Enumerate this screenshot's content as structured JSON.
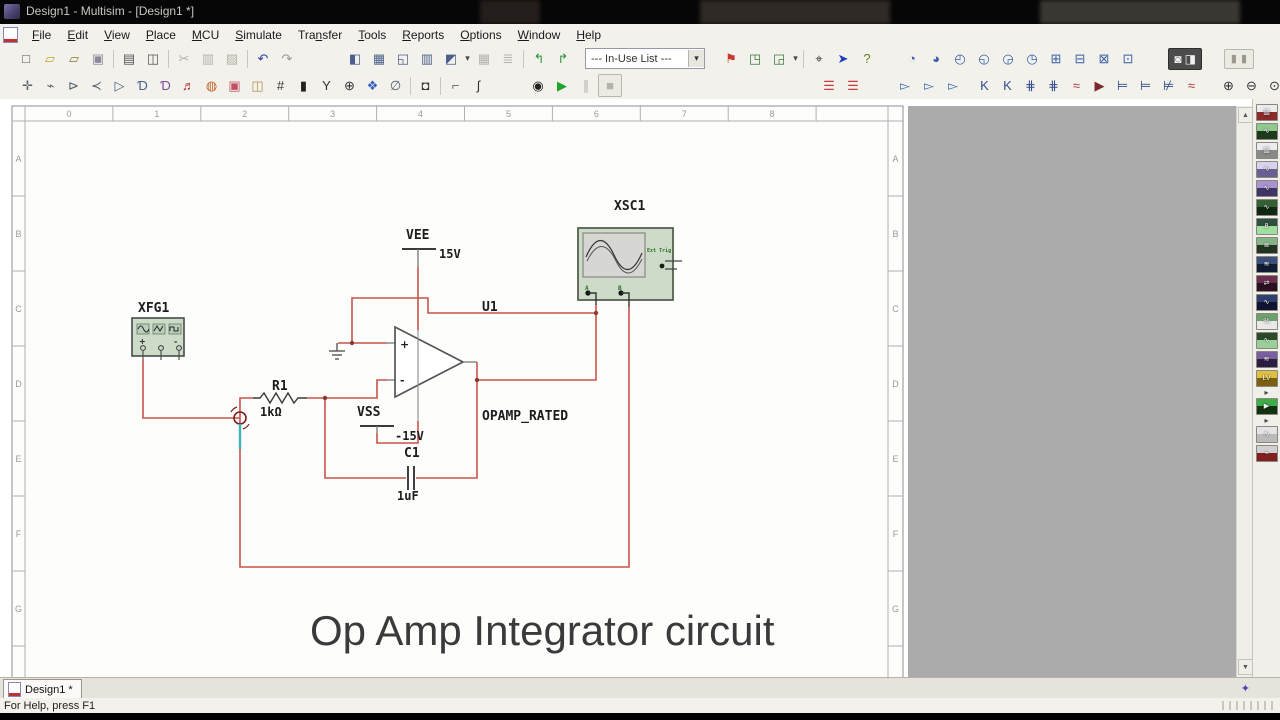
{
  "titlebar": {
    "title": "Design1 - Multisim - [Design1 *]"
  },
  "menubar": {
    "items": [
      {
        "label": "File",
        "u": 0
      },
      {
        "label": "Edit",
        "u": 0
      },
      {
        "label": "View",
        "u": 0
      },
      {
        "label": "Place",
        "u": 0
      },
      {
        "label": "MCU",
        "u": 0
      },
      {
        "label": "Simulate",
        "u": 0
      },
      {
        "label": "Transfer",
        "u": 3
      },
      {
        "label": "Tools",
        "u": 0
      },
      {
        "label": "Reports",
        "u": 0
      },
      {
        "label": "Options",
        "u": 0
      },
      {
        "label": "Window",
        "u": 0
      },
      {
        "label": "Help",
        "u": 0
      }
    ]
  },
  "toolbar1": {
    "in_use_list": "--- In-Use List ---",
    "left": [
      {
        "name": "new-button",
        "glyph": "□",
        "color": "#555"
      },
      {
        "name": "open-button",
        "glyph": "▱",
        "color": "#c9a227"
      },
      {
        "name": "open-sample-button",
        "glyph": "▱",
        "color": "#8a772a"
      },
      {
        "name": "save-button",
        "glyph": "▣",
        "color": "#8a8a9a"
      },
      {
        "sep": true
      },
      {
        "name": "print-button",
        "glyph": "▤",
        "color": "#555"
      },
      {
        "name": "print-preview-button",
        "glyph": "◫",
        "color": "#555"
      },
      {
        "sep": true
      },
      {
        "name": "cut-button",
        "glyph": "✂",
        "color": "#999",
        "disabled": true
      },
      {
        "name": "copy-button",
        "glyph": "▥",
        "color": "#999",
        "disabled": true
      },
      {
        "name": "paste-button",
        "glyph": "▨",
        "color": "#999",
        "disabled": true
      },
      {
        "sep": true
      },
      {
        "name": "undo-button",
        "glyph": "↶",
        "color": "#2a3f9e"
      },
      {
        "name": "redo-button",
        "glyph": "↷",
        "color": "#9a978c"
      }
    ],
    "view": [
      {
        "name": "design-toolbox-button",
        "glyph": "◧",
        "color": "#4a5f8a"
      },
      {
        "name": "spreadsheet-view-button",
        "glyph": "▦",
        "color": "#4a5f8a"
      },
      {
        "name": "spice-netlist-button",
        "glyph": "◱",
        "color": "#4a5f8a"
      },
      {
        "name": "ladder-diagram-button",
        "glyph": "▥",
        "color": "#4a5f8a"
      },
      {
        "name": "grapher-button",
        "glyph": "◩",
        "color": "#4a5f8a"
      },
      {
        "caret": true
      },
      {
        "name": "parts-editor-button",
        "glyph": "▦",
        "color": "#b5b2a8",
        "disabled": true
      },
      {
        "name": "variant-button",
        "glyph": "≣",
        "color": "#b5b2a8",
        "disabled": true
      },
      {
        "sep": true
      },
      {
        "name": "back-annotate-button",
        "glyph": "↰",
        "color": "#2f8f3a"
      },
      {
        "name": "forward-annotate-button",
        "glyph": "↱",
        "color": "#2f8f3a"
      }
    ],
    "erc": [
      {
        "name": "erc-check-button",
        "glyph": "⚑",
        "color": "#c23b2e"
      },
      {
        "name": "transfer-to-ultiboard-button",
        "glyph": "◳",
        "color": "#3a7a3a"
      },
      {
        "name": "backannotate-from-ultiboard-button",
        "glyph": "◲",
        "color": "#3a7a3a"
      },
      {
        "caret": true
      }
    ],
    "find": [
      {
        "name": "find-button",
        "glyph": "⌖",
        "color": "#333"
      },
      {
        "name": "probe-pointer-button",
        "glyph": "➤",
        "color": "#1f3fbf"
      },
      {
        "name": "help-button",
        "glyph": "?",
        "color": "#6a7f1f"
      }
    ],
    "probes": [
      {
        "name": "probe-button-1",
        "glyph": "◔",
        "color": "#3a5fa8"
      },
      {
        "name": "probe-button-2",
        "glyph": "◕",
        "color": "#3a5fa8"
      },
      {
        "name": "probe-button-3",
        "glyph": "◴",
        "color": "#3a5fa8"
      },
      {
        "name": "probe-button-4",
        "glyph": "◵",
        "color": "#3a5fa8"
      },
      {
        "name": "probe-button-5",
        "glyph": "◶",
        "color": "#3a5fa8"
      },
      {
        "name": "probe-button-6",
        "glyph": "◷",
        "color": "#3a5fa8"
      },
      {
        "name": "probe-button-7",
        "glyph": "⊞",
        "color": "#3a5fa8"
      },
      {
        "name": "probe-button-8",
        "glyph": "⊟",
        "color": "#3a5fa8"
      },
      {
        "name": "probe-button-9",
        "glyph": "⊠",
        "color": "#3a5fa8"
      },
      {
        "name": "probe-button-10",
        "glyph": "⊡",
        "color": "#3a5fa8"
      }
    ],
    "toggle_dark_glyphs": "◙ ◨",
    "toggle_light_glyphs": "▮ ▮"
  },
  "toolbar2": {
    "components": [
      {
        "name": "place-source-button",
        "glyph": "✛",
        "color": "#55606a"
      },
      {
        "name": "place-basic-button",
        "glyph": "⌁",
        "color": "#55606a"
      },
      {
        "name": "place-diode-button",
        "glyph": "⊳",
        "color": "#55606a"
      },
      {
        "name": "place-transistor-button",
        "glyph": "≺",
        "color": "#55606a"
      },
      {
        "name": "place-analog-button",
        "glyph": "▷",
        "color": "#4a5f8a"
      },
      {
        "name": "place-ttl-button",
        "glyph": "Ɗ",
        "color": "#4a5f8a"
      },
      {
        "name": "place-cmos-button",
        "glyph": "Ɗ",
        "color": "#7a4f9a"
      },
      {
        "name": "place-misc-digital-button",
        "glyph": "♬",
        "color": "#b03030"
      },
      {
        "name": "place-mixed-button",
        "glyph": "◍",
        "color": "#c06020"
      },
      {
        "name": "place-indicator-button",
        "glyph": "▣",
        "color": "#c05060"
      },
      {
        "name": "place-power-button",
        "glyph": "◫",
        "color": "#b09050"
      },
      {
        "name": "place-misc-button",
        "glyph": "#",
        "color": "#333"
      },
      {
        "name": "place-advanced-peripherals-button",
        "glyph": "▮",
        "color": "#222"
      },
      {
        "name": "place-rf-button",
        "glyph": "Y",
        "color": "#333"
      },
      {
        "name": "place-electromech-button",
        "glyph": "⊕",
        "color": "#333"
      },
      {
        "name": "place-ni-component-button",
        "glyph": "❖",
        "color": "#3a5fc0"
      },
      {
        "name": "place-connector-button",
        "glyph": "∅",
        "color": "#55606a"
      },
      {
        "sep": true
      },
      {
        "name": "hierarchical-block-button",
        "glyph": "◘",
        "color": "#333"
      },
      {
        "sep": true
      },
      {
        "name": "place-wire-button",
        "glyph": "⌐",
        "color": "#55606a"
      },
      {
        "name": "place-bus-button",
        "glyph": "ʃ",
        "color": "#333"
      }
    ],
    "simulation": [
      {
        "name": "simulation-settings-button",
        "glyph": "◉",
        "color": "#222"
      },
      {
        "name": "run-button",
        "glyph": "▶",
        "color": "#1fa32a"
      },
      {
        "name": "pause-button",
        "glyph": "∥",
        "color": "#9a978c",
        "disabled": true
      },
      {
        "name": "stop-button",
        "glyph": "■",
        "color": "#8a877c",
        "disabled": true,
        "boxed": true
      }
    ],
    "lists": [
      {
        "name": "active-list-button-1",
        "glyph": "☰",
        "color": "#c04040"
      },
      {
        "name": "active-list-button-2",
        "glyph": "☰",
        "color": "#c04040"
      }
    ],
    "arrows": [
      {
        "name": "analysis-nav-button-1",
        "glyph": "▻",
        "color": "#3a6fb0"
      },
      {
        "name": "analysis-nav-button-2",
        "glyph": "▻",
        "color": "#3a6fb0"
      },
      {
        "name": "analysis-nav-button-3",
        "glyph": "▻",
        "color": "#3a6fb0"
      }
    ],
    "steps": [
      {
        "name": "step-button-1",
        "glyph": "K",
        "color": "#334f8a"
      },
      {
        "name": "step-button-2",
        "glyph": "K",
        "color": "#334f8a"
      },
      {
        "name": "step-button-3",
        "glyph": "⋕",
        "color": "#334f8a"
      },
      {
        "name": "step-button-4",
        "glyph": "⋕",
        "color": "#334f8a"
      },
      {
        "name": "step-button-5",
        "glyph": "≈",
        "color": "#a33a3a"
      },
      {
        "name": "step-button-6",
        "glyph": "▶",
        "color": "#7a2a2a"
      },
      {
        "name": "step-button-7",
        "glyph": "⊨",
        "color": "#334f8a"
      },
      {
        "name": "step-button-8",
        "glyph": "⊨",
        "color": "#334f8a"
      },
      {
        "name": "step-button-9",
        "glyph": "⊭",
        "color": "#334f8a"
      },
      {
        "name": "step-button-10",
        "glyph": "≈",
        "color": "#a33a3a"
      }
    ],
    "zoom": [
      {
        "name": "zoom-in-button",
        "glyph": "⊕",
        "color": "#333"
      },
      {
        "name": "zoom-out-button",
        "glyph": "⊖",
        "color": "#333"
      },
      {
        "name": "zoom-area-button",
        "glyph": "⊙",
        "color": "#333"
      },
      {
        "name": "zoom-page-button",
        "glyph": "⊘",
        "color": "#333"
      },
      {
        "name": "zoom-full-button",
        "glyph": "▣",
        "color": "#2a7a2a"
      }
    ]
  },
  "sheet": {
    "columns": [
      "0",
      "1",
      "2",
      "3",
      "4",
      "5",
      "6",
      "7",
      "8"
    ],
    "rows": [
      "A",
      "B",
      "C",
      "D",
      "E",
      "F",
      "G"
    ]
  },
  "schematic": {
    "xfg1": "XFG1",
    "fg_plus": "+",
    "fg_minus": "-",
    "r1": "R1",
    "r1_value": "1kΩ",
    "vee": "VEE",
    "vee_value": "15V",
    "vss": "VSS",
    "vss_value": "-15V",
    "u1": "U1",
    "part": "OPAMP_RATED",
    "opamp_plus": "+",
    "opamp_minus": "-",
    "c1": "C1",
    "c1_value": "1uF",
    "xsc1": "XSC1",
    "ext_trig": "Ext Trig",
    "channel_a": "A",
    "channel_b": "B",
    "caption": "Op Amp Integrator circuit",
    "wire_color": "#c9544a",
    "selection_color": "#3db3b3",
    "instrument_fill": "#ccdcc8"
  },
  "instruments": [
    {
      "name": "multimeter-icon",
      "c1": "#ececec",
      "c2": "#8a2a2a",
      "g": "▥"
    },
    {
      "name": "function-generator-icon",
      "c1": "#8fc98f",
      "c2": "#1e3a1e",
      "g": "∿"
    },
    {
      "name": "wattmeter-icon",
      "c1": "#ececec",
      "c2": "#8a8a8a",
      "g": "▥"
    },
    {
      "name": "oscilloscope-icon",
      "c1": "#d8d2ec",
      "c2": "#6a5f92",
      "g": "∿"
    },
    {
      "name": "four-channel-oscilloscope-icon",
      "c1": "#a895cf",
      "c2": "#3f3566",
      "g": "∿"
    },
    {
      "name": "bode-plotter-icon",
      "c1": "#355f35",
      "c2": "#102810",
      "g": "∿"
    },
    {
      "name": "frequency-counter-icon",
      "c1": "#2f4f3f",
      "c2": "#9fdf9f",
      "g": "8"
    },
    {
      "name": "word-generator-icon",
      "c1": "#86b386",
      "c2": "#223322",
      "g": "≣"
    },
    {
      "name": "logic-analyzer-icon",
      "c1": "#3a4f7a",
      "c2": "#111c33",
      "g": "≋"
    },
    {
      "name": "logic-converter-icon",
      "c1": "#6a2f4f",
      "c2": "#2a1020",
      "g": "⇄"
    },
    {
      "name": "iv-analyzer-icon",
      "c1": "#2f3f6f",
      "c2": "#0f1530",
      "g": "∿"
    },
    {
      "name": "distortion-analyzer-icon",
      "c1": "#6fa06f",
      "c2": "#e8e8e8",
      "g": "%"
    },
    {
      "name": "spectrum-analyzer-icon",
      "c1": "#2a4a2a",
      "c2": "#9ace9a",
      "g": "∿"
    },
    {
      "name": "network-analyzer-icon",
      "c1": "#7a5fa0",
      "c2": "#2a1f40",
      "g": "≋"
    },
    {
      "name": "labview-instrument-icon",
      "c1": "#e0c040",
      "c2": "#7a6010",
      "g": "LV"
    },
    {
      "arrow": true,
      "name": "labview-expand-arrow"
    },
    {
      "name": "elvis-icon",
      "c1": "#3fae4a",
      "c2": "#123312",
      "g": "▶"
    },
    {
      "arrow": true,
      "name": "elvis-expand-arrow"
    },
    {
      "name": "preset-instrument-icon",
      "c1": "#e4e4e4",
      "c2": "#bbbbbb",
      "g": "∿"
    },
    {
      "name": "current-probe-icon",
      "c1": "#d0d0d0",
      "c2": "#802020",
      "g": "⌁"
    }
  ],
  "tabbar": {
    "tab_label": "Design1 *"
  },
  "statusbar": {
    "text": "For Help, press F1"
  }
}
